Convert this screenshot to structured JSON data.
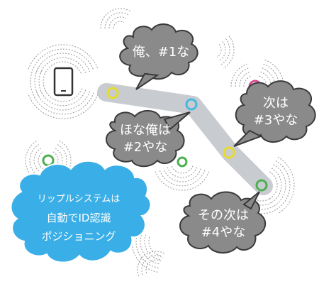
{
  "colors": {
    "bubble_fill": "#8a8a8a",
    "bubble_stroke": "#3a3a3a",
    "track": "#c8cbcf",
    "cloud_fill": "#3aaee6",
    "node_yellow": "#e6dc2a",
    "node_cyan": "#47b8e0",
    "node_green": "#4cb050",
    "node_pink": "#d9488f",
    "ripple": "#999999"
  },
  "icons": {
    "device": "tablet-icon"
  },
  "bubbles": [
    {
      "id": "b1",
      "lines": [
        "俺、#1な"
      ]
    },
    {
      "id": "b2",
      "lines": [
        "ほな俺は",
        "#2やな"
      ]
    },
    {
      "id": "b3",
      "lines": [
        "次は",
        "#3やな"
      ]
    },
    {
      "id": "b4",
      "lines": [
        "その次は",
        "#4やな"
      ]
    }
  ],
  "cloud": {
    "lines": [
      "リップルシステムは",
      "自動でID認識",
      "ポジショニング"
    ]
  }
}
